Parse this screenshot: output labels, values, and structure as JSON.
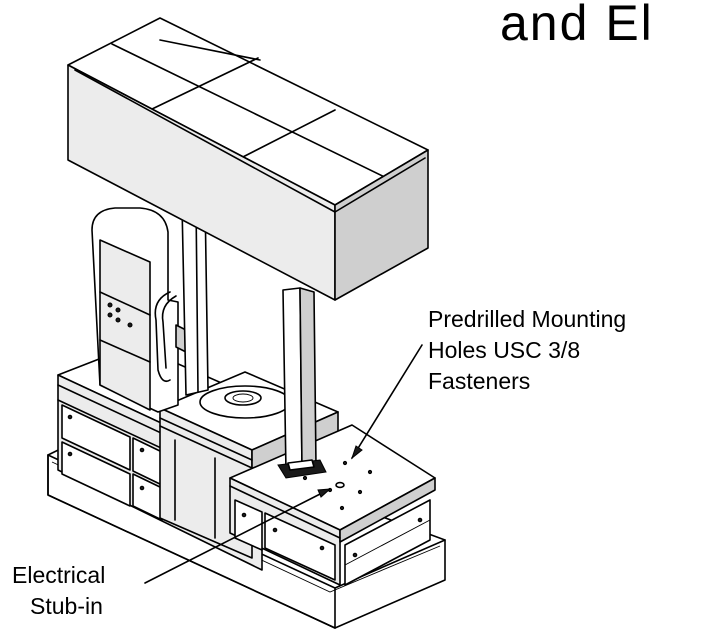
{
  "heading": "and El",
  "callouts": {
    "mounting_holes": [
      "Predrilled Mounting",
      "Holes USC 3/8",
      "Fasteners"
    ],
    "electrical": [
      "Electrical",
      "Stub-in"
    ]
  },
  "icons": {
    "drawing": "island-fuel-dispenser-canopy-line-drawing"
  },
  "colors": {
    "ink": "#000000",
    "background": "#ffffff"
  }
}
